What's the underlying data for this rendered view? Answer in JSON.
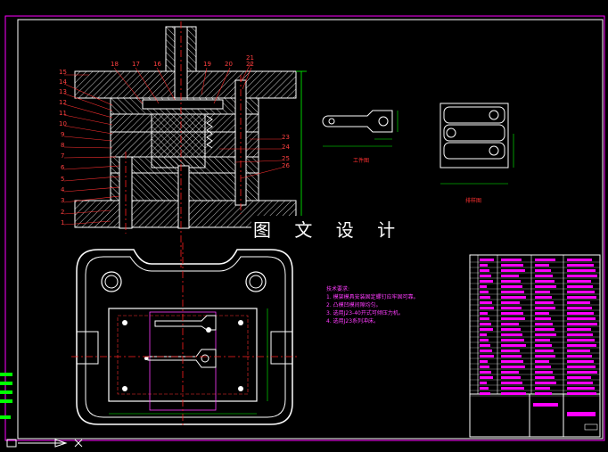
{
  "drawing": {
    "watermark": "图 文 设 计",
    "left_callouts": [
      "15",
      "14",
      "13",
      "12",
      "11",
      "10",
      "9",
      "8",
      "7",
      "6",
      "5",
      "4",
      "3",
      "2",
      "1"
    ],
    "top_callouts": [
      "18",
      "17",
      "16",
      "19",
      "20",
      "21",
      "22"
    ],
    "right_callouts": [
      "23",
      "24",
      "25",
      "26"
    ],
    "workpiece_caption": "工件图",
    "strip_caption": "排样图",
    "notes": {
      "heading": "技术要求:",
      "items": [
        "1. 模架模具安装固定螺钉应牢固可靠。",
        "2. 凸模凹模间隙均匀。",
        "3. 选用J23-40开式可倾压力机。",
        "4. 选用J23系列冲床。"
      ]
    }
  },
  "colors": {
    "frame": "#ff00ff",
    "hatch": "#ffffff",
    "center_line": "#ff2020",
    "dimension": "#00ff00",
    "title_block": "#ff00ff"
  }
}
